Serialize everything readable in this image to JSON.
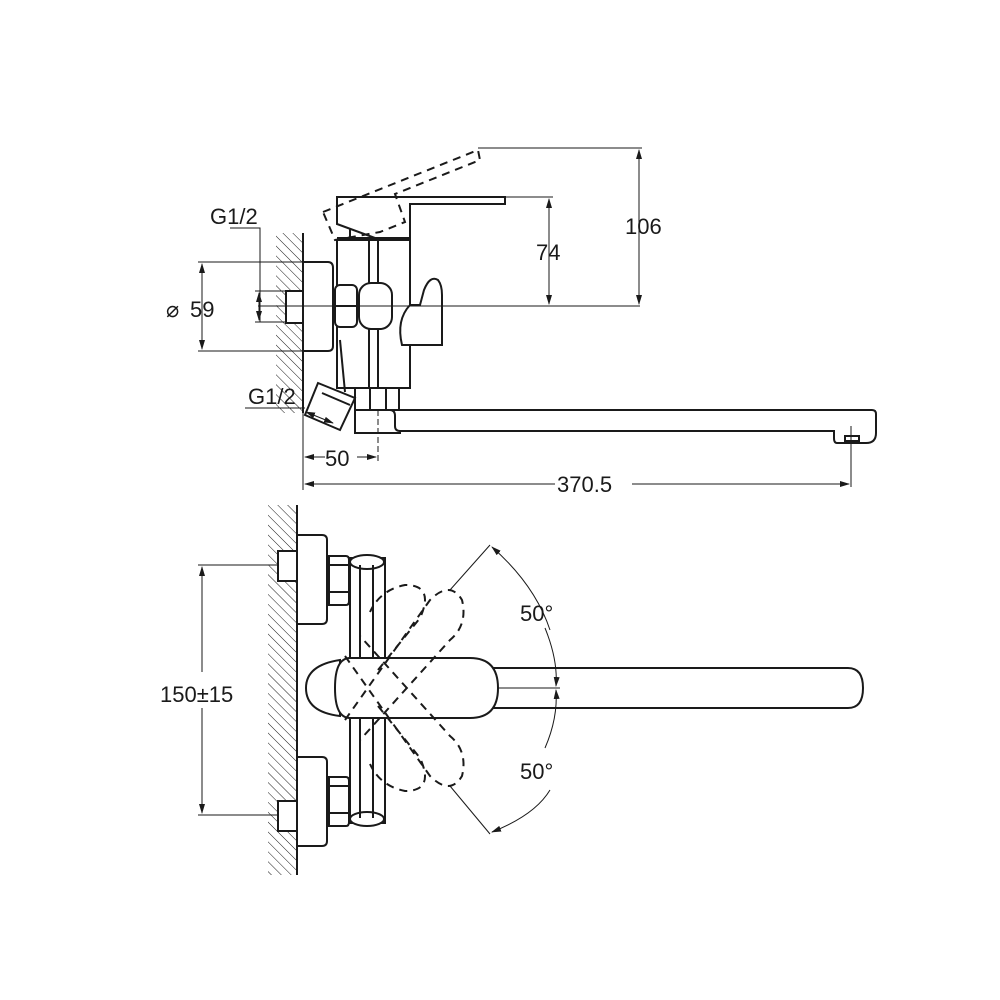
{
  "drawing": {
    "title": "Wall-mounted bath mixer dimension drawing",
    "colors": {
      "line": "#1a1a1a",
      "background": "#ffffff"
    },
    "side_view": {
      "labels": {
        "thread_top": "G1/2",
        "thread_bottom": "G1/2",
        "diameter_symbol": "⌀",
        "diameter_value": "59",
        "height_body": "74",
        "height_lever_raised": "106",
        "offset_from_wall": "50",
        "spout_reach": "370.5"
      }
    },
    "top_view": {
      "labels": {
        "center_distance": "150±15",
        "angle_up": "50°",
        "angle_down": "50°"
      }
    }
  }
}
